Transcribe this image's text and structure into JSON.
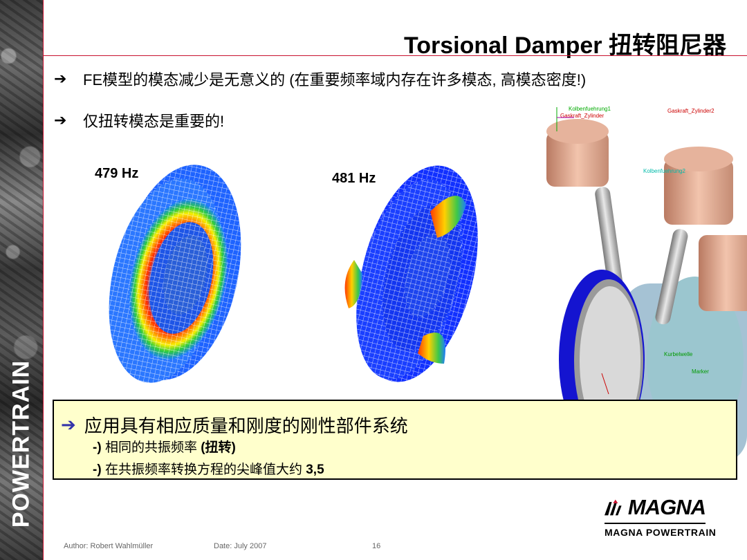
{
  "brand": {
    "side_text": "POWERTRAIN",
    "logo_word": "MAGNA",
    "logo_sub": "MAGNA POWERTRAIN"
  },
  "slide": {
    "title": "Torsional Damper 扭转阻尼器",
    "bullets": [
      {
        "arrow": "➔",
        "text": "FE模型的模态减少是无意义的 (在重要频率域内存在许多模态, 高模态密度!)"
      },
      {
        "arrow": "➔",
        "text": "仅扭转模态是重要的!"
      }
    ],
    "figures": [
      {
        "label": "479 Hz"
      },
      {
        "label": "481 Hz"
      }
    ],
    "engine_labels": [
      "Gaskraft_Zylinder2",
      "Gaskraft_Zylinder",
      "Kolbenfuehrung1",
      "Kolbenfuehrung2",
      "Marker",
      "Kurbelwelle"
    ],
    "callout": {
      "arrow": "➔",
      "heading": "应用具有相应质量和刚度的刚性部件系统",
      "items": [
        {
          "prefix": "-)",
          "text": "相同的共振频率",
          "suffix": "(扭转)"
        },
        {
          "prefix": "-)",
          "text": "在共振频率转换方程的尖峰值大约",
          "suffix": "3,5"
        }
      ]
    }
  },
  "footer": {
    "author": "Author: Robert Wahlmüller",
    "date": "Date: July 2007",
    "page": "16"
  },
  "colors": {
    "accent_red": "#c8102e",
    "callout_bg": "#ffffcc",
    "callout_arrow": "#3333aa"
  }
}
